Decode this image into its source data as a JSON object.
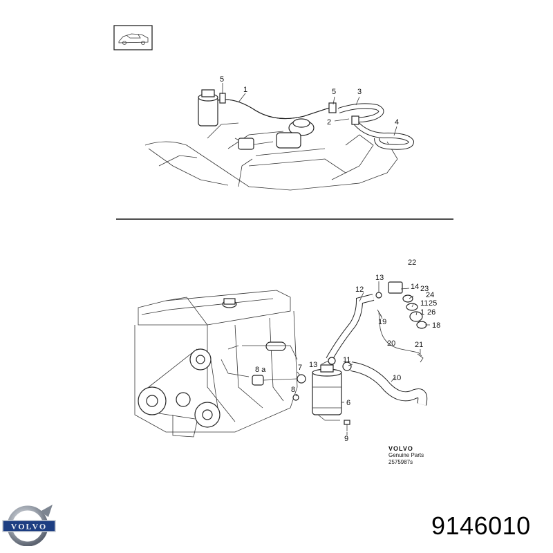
{
  "top_callouts": [
    {
      "id": "c-top-5a",
      "text": "5"
    },
    {
      "id": "c-top-1",
      "text": "1"
    },
    {
      "id": "c-top-5b",
      "text": "5"
    },
    {
      "id": "c-top-3",
      "text": "3"
    },
    {
      "id": "c-top-2",
      "text": "2"
    },
    {
      "id": "c-top-4",
      "text": "4"
    }
  ],
  "bottom_callouts": [
    {
      "id": "c-22",
      "text": "22"
    },
    {
      "id": "c-13a",
      "text": "13"
    },
    {
      "id": "c-12",
      "text": "12"
    },
    {
      "id": "c-14",
      "text": "14"
    },
    {
      "id": "c-23",
      "text": "23"
    },
    {
      "id": "c-24",
      "text": "24"
    },
    {
      "id": "c-11b",
      "text": "11"
    },
    {
      "id": "c-25",
      "text": "25"
    },
    {
      "id": "c-1",
      "text": "1"
    },
    {
      "id": "c-26",
      "text": "26"
    },
    {
      "id": "c-19",
      "text": "19"
    },
    {
      "id": "c-18",
      "text": "18"
    },
    {
      "id": "c-20",
      "text": "20"
    },
    {
      "id": "c-21",
      "text": "21"
    },
    {
      "id": "c-13b",
      "text": "13"
    },
    {
      "id": "c-11",
      "text": "11"
    },
    {
      "id": "c-8a",
      "text": "8 a"
    },
    {
      "id": "c-7",
      "text": "7"
    },
    {
      "id": "c-10",
      "text": "10"
    },
    {
      "id": "c-8",
      "text": "8"
    },
    {
      "id": "c-6",
      "text": "6"
    },
    {
      "id": "c-9",
      "text": "9"
    }
  ],
  "stamp": {
    "brand": "VOLVO",
    "line2": "Genuine Parts",
    "code": "2575987s"
  },
  "logo_text": "VOLVO",
  "part_number": "9146010"
}
